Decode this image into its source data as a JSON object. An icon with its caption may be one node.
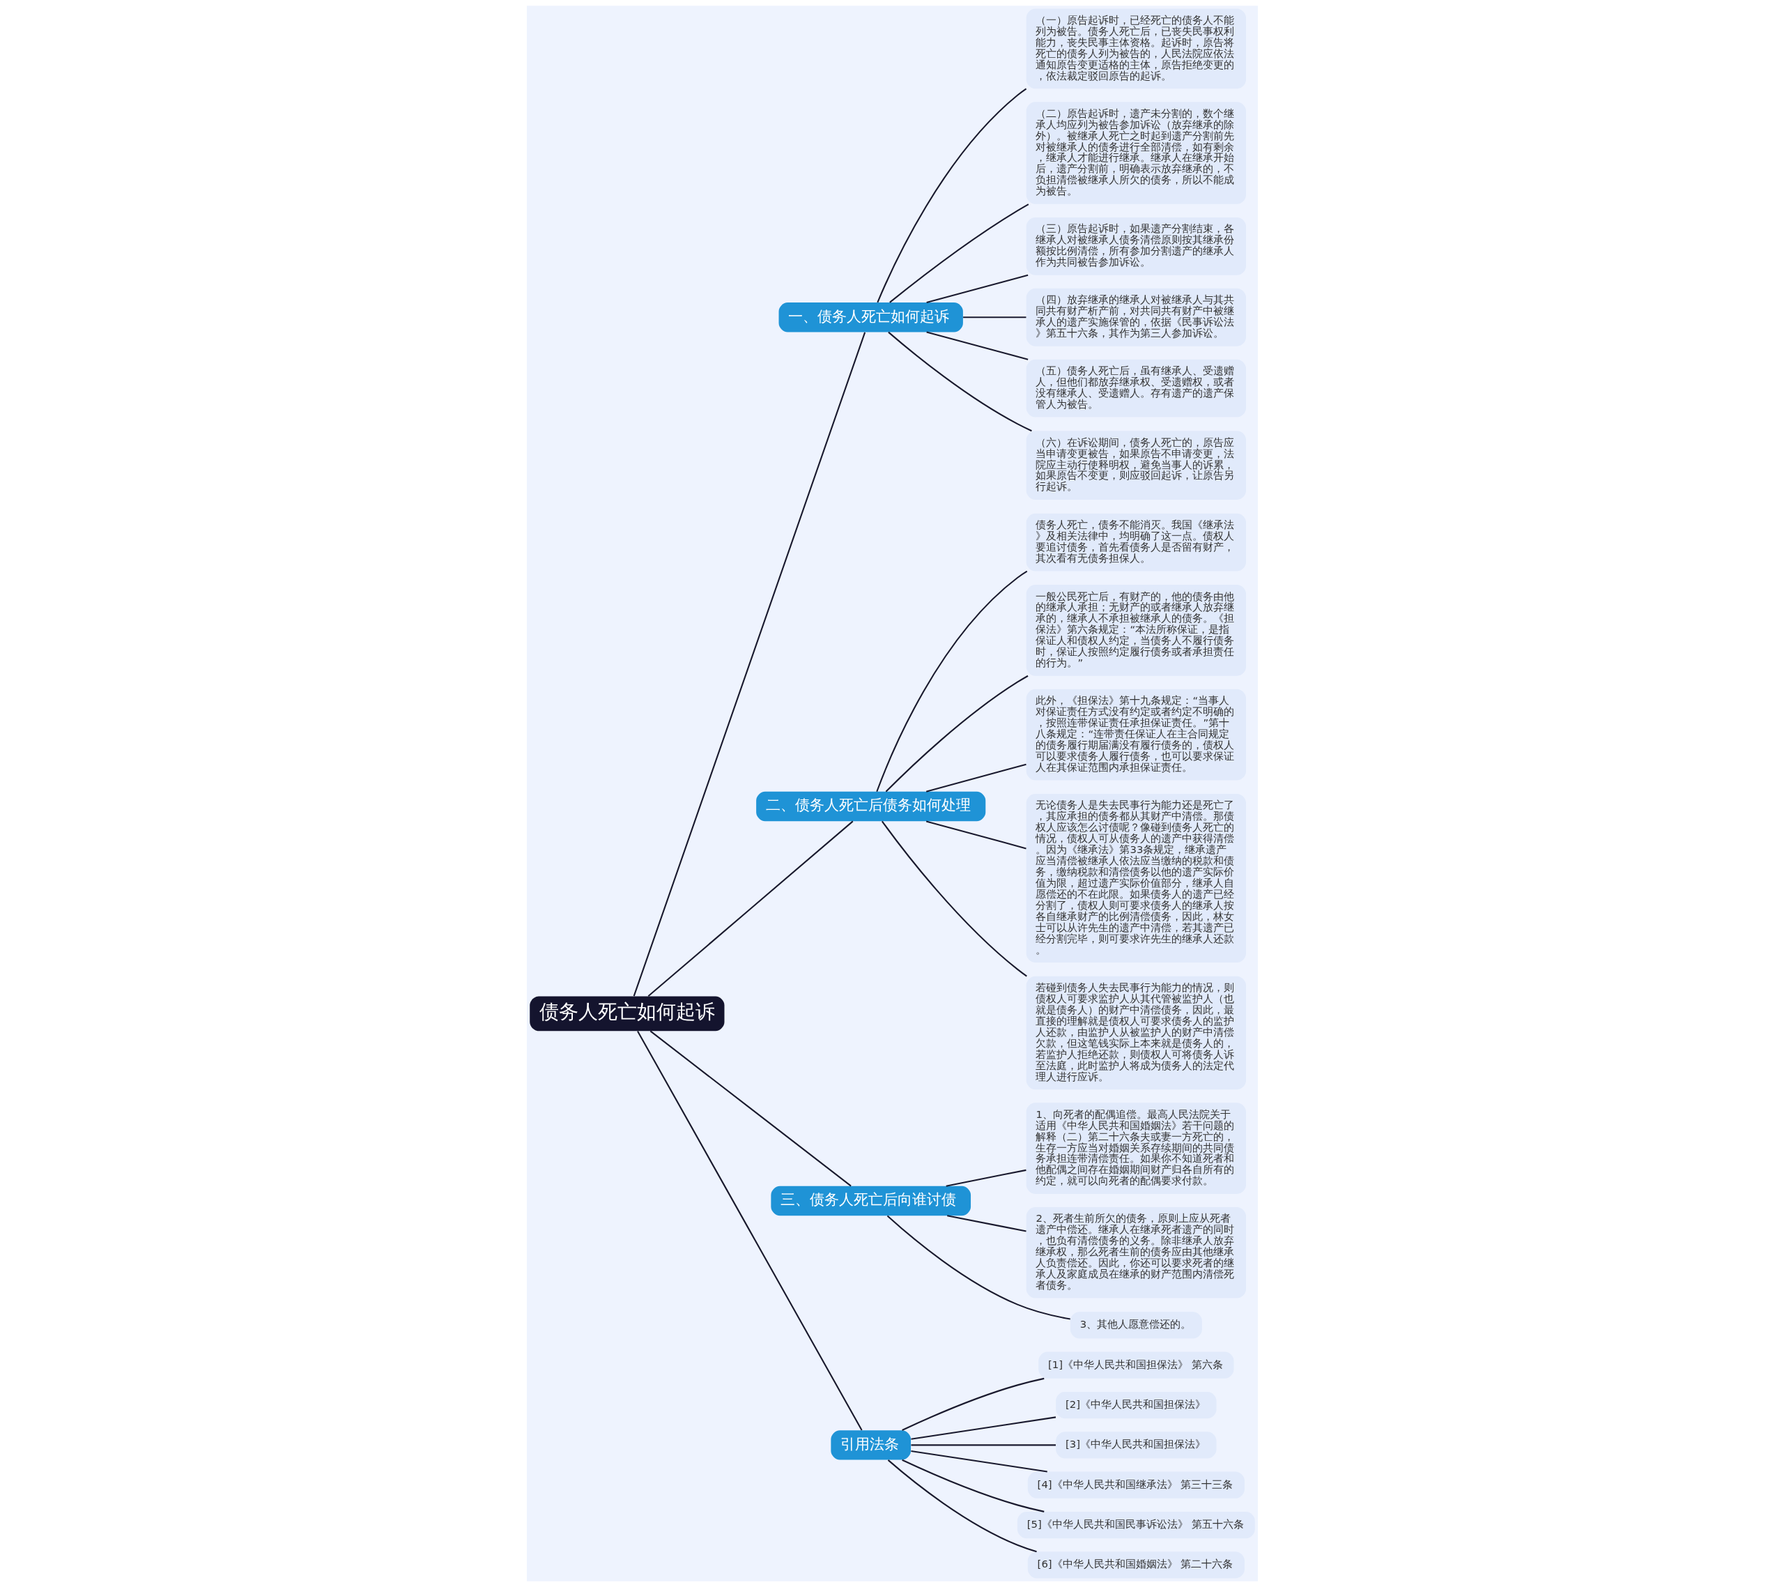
{
  "diagram": {
    "nodes": [
      {
        "text": [
          "债务人死亡如何起诉"
        ]
      },
      {
        "text": [
          "一、债务人死亡如何起诉"
        ]
      },
      {
        "text": [
          "（一）原告起诉时，已经死亡的债务人不能列为被告。债务人死亡后，已丧失民事权利能力，丧失民事主体资格。起诉时，原告将死亡的债务人列为被告的，人民法院应依法通知原告变更适格的主体，原告拒绝变更的，依法裁定驳回原告的起诉。"
        ]
      },
      {
        "text": [
          "（二）原告起诉时，遗产未分割的，数个继承人均应列为被告参加诉讼（放弃继承的除外）。被继承人死亡之时起到遗产分割前先对被继承人的债务进行全部清偿，如有剩余，继承人才能进行继承。继承人在继承开始后，遗产分割前，明确表示放弃继承的，不负担清偿被继承人所欠的债务，所以不能成为被告。"
        ]
      },
      {
        "text": [
          "（三）原告起诉时，如果遗产分割结束，各继承人对被继承人债务清偿原则按其继承份额按比例清偿，所有参加分割遗产的继承人作为共同被告参加诉讼。"
        ]
      },
      {
        "text": [
          "（四）放弃继承的继承人对被继承人与其共同共有财产析产前，对共同共有财产中被继承人的遗产实施保管的，依据《民事诉讼法》第五十六条，其作为第三人参加诉讼。"
        ]
      },
      {
        "text": [
          "（五）债务人死亡后，虽有继承人、受遗赠人，但他们都放弃继承权、受遗赠权，或者没有继承人、受遗赠人。存有遗产的遗产保管人为被告。"
        ]
      },
      {
        "text": [
          "（六）在诉讼期间，债务人死亡的，原告应当申请变更被告，如果原告不申请变更，法院应主动行使释明权，避免当事人的诉累，如果原告不变更，则应驳回起诉，让原告另行起诉。"
        ]
      },
      {
        "text": [
          "二、债务人死亡后债务如何处理"
        ]
      },
      {
        "text": [
          "债务人死亡，债务不能消灭。我国《继承法》及相关法律中，均明确了这一点。债权人要追讨债务，首先看债务人是否留有财产，其次看有无债务担保人。"
        ]
      },
      {
        "text": [
          "一般公民死亡后，有财产的，他的债务由他的继承人承担；无财产的或者继承人放弃继承的，继承人不承担被继承人的债务。《担保法》第六条规定：“本法所称保证，是指保证人和债权人约定，当债务人不履行债务时，保证人按照约定履行债务或者承担责任的行为。”"
        ]
      },
      {
        "text": [
          "此外，《担保法》第十九条规定：“当事人对保证责任方式没有约定或者约定不明确的，按照连带保证责任承担保证责任。”第十八条规定：“连带责任保证人在主合同规定的债务履行期届满没有履行债务的，债权人可以要求债务人履行债务，也可以要求保证人在其保证范围内承担保证责任。"
        ]
      },
      {
        "text": [
          "无论债务人是失去民事行为能力还是死亡了，其应承担的债务都从其财产中清偿。那债权人应该怎么讨债呢？像碰到债务人死亡的情况，债权人可从债务人的遗产中获得清偿。因为《继承法》第33条规定，继承遗产应当清偿被继承人依法应当缴纳的税款和债务，缴纳税款和清偿债务以他的遗产实际价值为限，超过遗产实际价值部分，继承人自愿偿还的不在此限。如果债务人的遗产已经分割了，债权人则可要求债务人的继承人按各自继承财产的比例清偿债务，因此，林女士可以从许先生的遗产中清偿，若其遗产已经分割完毕，则可要求许先生的继承人还款。"
        ]
      },
      {
        "text": [
          "若碰到债务人失去民事行为能力的情况，则债权人可要求监护人从其代管被监护人（也就是债务人）的财产中清偿债务，因此，最直接的理解就是债权人可要求债务人的监护人还款，由监护人从被监护人的财产中清偿欠款，但这笔钱实际上本来就是债务人的，若监护人拒绝还款，则债权人可将债务人诉至法庭，此时监护人将成为债务人的法定代理人进行应诉。"
        ]
      },
      {
        "text": [
          "三、债务人死亡后向谁讨债"
        ]
      },
      {
        "text": [
          "1、向死者的配偶追偿。最高人民法院关于适用《中华人民共和国婚姻法》若干问题的解释（二）第二十六条夫或妻一方死亡的，生存一方应当对婚姻关系存续期间的共同债务承担连带清偿责任。如果你不知道死者和他配偶之间存在婚姻期间财产归各自所有的约定，就可以向死者的配偶要求付款。"
        ]
      },
      {
        "text": [
          "2、死者生前所欠的债务，原则上应从死者遗产中偿还。继承人在继承死者遗产的同时，也负有清偿债务的义务。除非继承人放弃继承权，那么死者生前的债务应由其他继承人负责偿还。因此，你还可以要求死者的继承人及家庭成员在继承的财产范围内清偿死者债务。"
        ]
      },
      {
        "text": [
          "3、其他人愿意偿还的。"
        ]
      },
      {
        "text": [
          "引用法条"
        ]
      },
      {
        "text": [
          "[1]《中华人民共和国担保法》 第六条"
        ]
      },
      {
        "text": [
          "[2]《中华人民共和国担保法》"
        ]
      },
      {
        "text": [
          "[3]《中华人民共和国担保法》"
        ]
      },
      {
        "text": [
          "[4]《中华人民共和国继承法》 第三十三条"
        ]
      },
      {
        "text": [
          "[5]《中华人民共和国民事诉讼法》 第五十六条"
        ]
      },
      {
        "text": [
          "[6]《中华人民共和国婚姻法》 第二十六条"
        ]
      }
    ],
    "edges": [
      {
        "from": 0,
        "to": 1,
        "arrow": "none"
      },
      {
        "from": 1,
        "to": 2,
        "arrow": "none"
      },
      {
        "from": 1,
        "to": 3,
        "arrow": "none"
      },
      {
        "from": 1,
        "to": 4,
        "arrow": "none"
      },
      {
        "from": 1,
        "to": 5,
        "arrow": "none"
      },
      {
        "from": 1,
        "to": 6,
        "arrow": "none"
      },
      {
        "from": 1,
        "to": 7,
        "arrow": "none"
      },
      {
        "from": 0,
        "to": 8,
        "arrow": "none"
      },
      {
        "from": 8,
        "to": 9,
        "arrow": "none"
      },
      {
        "from": 8,
        "to": 10,
        "arrow": "none"
      },
      {
        "from": 8,
        "to": 11,
        "arrow": "none"
      },
      {
        "from": 8,
        "to": 12,
        "arrow": "none"
      },
      {
        "from": 8,
        "to": 13,
        "arrow": "none"
      },
      {
        "from": 0,
        "to": 14,
        "arrow": "none"
      },
      {
        "from": 14,
        "to": 15,
        "arrow": "none"
      },
      {
        "from": 14,
        "to": 16,
        "arrow": "none"
      },
      {
        "from": 14,
        "to": 17,
        "arrow": "none"
      },
      {
        "from": 0,
        "to": 18,
        "arrow": "none"
      },
      {
        "from": 18,
        "to": 19,
        "arrow": "none"
      },
      {
        "from": 18,
        "to": 20,
        "arrow": "none"
      },
      {
        "from": 18,
        "to": 21,
        "arrow": "none"
      },
      {
        "from": 18,
        "to": 22,
        "arrow": "none"
      },
      {
        "from": 18,
        "to": 23,
        "arrow": "none"
      },
      {
        "from": 18,
        "to": 24,
        "arrow": "none"
      }
    ]
  }
}
